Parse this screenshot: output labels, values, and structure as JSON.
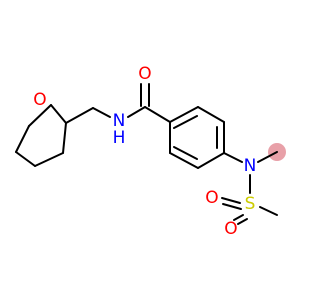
{
  "molecule": {
    "atoms": {
      "o_ring": {
        "symbol": "O",
        "color": "#ff0000"
      },
      "n_amide": {
        "symbol": "N",
        "color": "#0000ff"
      },
      "h_amide": {
        "symbol": "H",
        "color": "#0000ff"
      },
      "o_carbonyl": {
        "symbol": "O",
        "color": "#ff0000"
      },
      "n_sulfonamide": {
        "symbol": "N",
        "color": "#0000ff"
      },
      "s_sulfonyl": {
        "symbol": "S",
        "color": "#cccc00"
      },
      "o_sulfonyl_1": {
        "symbol": "O",
        "color": "#ff0000"
      },
      "o_sulfonyl_2": {
        "symbol": "O",
        "color": "#ff0000"
      }
    },
    "colors": {
      "bond": "#000000",
      "methyl_highlight": "#e8a0a8"
    }
  }
}
